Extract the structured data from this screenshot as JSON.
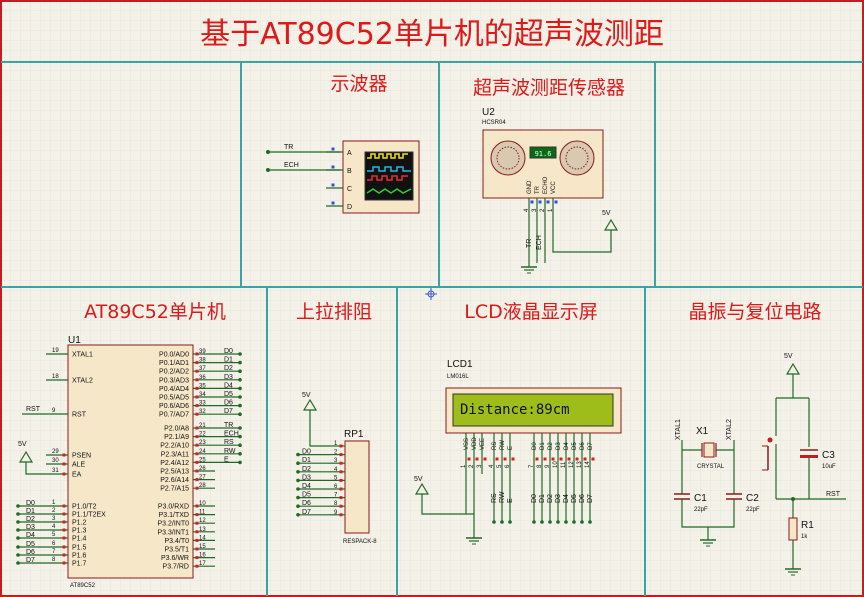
{
  "title": "基于AT89C52单片机的超声波测距",
  "sections": {
    "scope": "示波器",
    "sensor": "超声波测距传感器",
    "mcu": "AT89C52单片机",
    "pullup": "上拉排阻",
    "lcd": "LCD液晶显示屏",
    "crystal": "晶振与复位电路"
  },
  "scope": {
    "inputs": [
      "TR",
      "ECH"
    ],
    "pins": [
      "A",
      "B",
      "C",
      "D"
    ]
  },
  "sensor": {
    "ref": "U2",
    "part": "HCSR04",
    "reading": "91.6",
    "pins": [
      "GND",
      "TR",
      "ECHO",
      "VCC"
    ],
    "pin_numbers": [
      "4",
      "3",
      "2",
      "1"
    ],
    "nets": [
      "TR",
      "ECH"
    ],
    "supply": "5V"
  },
  "mcu": {
    "ref": "U1",
    "part": "AT89C52",
    "left_pins": [
      {
        "num": "19",
        "name": "XTAL1"
      },
      {
        "num": "18",
        "name": "XTAL2"
      },
      {
        "num": "9",
        "name": "RST"
      },
      {
        "num": "29",
        "name": "PSEN"
      },
      {
        "num": "30",
        "name": "ALE"
      },
      {
        "num": "31",
        "name": "EA"
      },
      {
        "num": "1",
        "name": "P1.0/T2"
      },
      {
        "num": "2",
        "name": "P1.1/T2EX"
      },
      {
        "num": "3",
        "name": "P1.2"
      },
      {
        "num": "4",
        "name": "P1.3"
      },
      {
        "num": "5",
        "name": "P1.4"
      },
      {
        "num": "6",
        "name": "P1.5"
      },
      {
        "num": "7",
        "name": "P1.6"
      },
      {
        "num": "8",
        "name": "P1.7"
      }
    ],
    "left_nets": [
      "RST",
      "5V",
      "D0",
      "D1",
      "D2",
      "D3",
      "D4",
      "D5",
      "D6",
      "D7"
    ],
    "right_pins": [
      {
        "num": "39",
        "name": "P0.0/AD0",
        "net": "D0"
      },
      {
        "num": "38",
        "name": "P0.1/AD1",
        "net": "D1"
      },
      {
        "num": "37",
        "name": "P0.2/AD2",
        "net": "D2"
      },
      {
        "num": "36",
        "name": "P0.3/AD3",
        "net": "D3"
      },
      {
        "num": "35",
        "name": "P0.4/AD4",
        "net": "D4"
      },
      {
        "num": "34",
        "name": "P0.5/AD5",
        "net": "D5"
      },
      {
        "num": "33",
        "name": "P0.6/AD6",
        "net": "D6"
      },
      {
        "num": "32",
        "name": "P0.7/AD7",
        "net": "D7"
      },
      {
        "num": "21",
        "name": "P2.0/A8",
        "net": "TR"
      },
      {
        "num": "22",
        "name": "P2.1/A9",
        "net": "ECH"
      },
      {
        "num": "23",
        "name": "P2.2/A10",
        "net": "RS"
      },
      {
        "num": "24",
        "name": "P2.3/A11",
        "net": "RW"
      },
      {
        "num": "25",
        "name": "P2.4/A12",
        "net": "E"
      },
      {
        "num": "26",
        "name": "P2.5/A13",
        "net": ""
      },
      {
        "num": "27",
        "name": "P2.6/A14",
        "net": ""
      },
      {
        "num": "28",
        "name": "P2.7/A15",
        "net": ""
      },
      {
        "num": "10",
        "name": "P3.0/RXD",
        "net": ""
      },
      {
        "num": "11",
        "name": "P3.1/TXD",
        "net": ""
      },
      {
        "num": "12",
        "name": "P3.2/INT0",
        "net": ""
      },
      {
        "num": "13",
        "name": "P3.3/INT1",
        "net": ""
      },
      {
        "num": "14",
        "name": "P3.4/T0",
        "net": ""
      },
      {
        "num": "15",
        "name": "P3.5/T1",
        "net": ""
      },
      {
        "num": "16",
        "name": "P3.6/WR",
        "net": ""
      },
      {
        "num": "17",
        "name": "P3.7/RD",
        "net": ""
      }
    ]
  },
  "rp": {
    "ref": "RP1",
    "part": "RESPACK-8",
    "supply": "5V",
    "pins": [
      "1",
      "2",
      "3",
      "4",
      "5",
      "6",
      "7",
      "8",
      "9"
    ],
    "nets": [
      "D0",
      "D1",
      "D2",
      "D3",
      "D4",
      "D5",
      "D6",
      "D7"
    ]
  },
  "lcd": {
    "ref": "LCD1",
    "part": "LM016L",
    "display": "Distance:89cm",
    "supply": "5V",
    "pins": [
      "VSS",
      "VDD",
      "VEE",
      "RS",
      "RW",
      "E",
      "D0",
      "D1",
      "D2",
      "D3",
      "D4",
      "D5",
      "D6",
      "D7"
    ],
    "pin_numbers": [
      "1",
      "2",
      "3",
      "4",
      "5",
      "6",
      "7",
      "8",
      "9",
      "10",
      "11",
      "12",
      "13",
      "14"
    ],
    "nets": [
      "RS",
      "RW",
      "E",
      "D0",
      "D1",
      "D2",
      "D3",
      "D4",
      "D5",
      "D6",
      "D7"
    ]
  },
  "crystal": {
    "supply": "5V",
    "x1_ref": "X1",
    "x1_part": "CRYSTAL",
    "xtal_nets": [
      "XTAL1",
      "XTAL2"
    ],
    "c1_ref": "C1",
    "c1_val": "22pF",
    "c2_ref": "C2",
    "c2_val": "22pF",
    "c3_ref": "C3",
    "c3_val": "10uF",
    "r1_ref": "R1",
    "r1_val": "1k",
    "rst_net": "RST"
  },
  "colors": {
    "title_red": "#e01818",
    "frame_teal": "#3aa3a8",
    "wire_green": "#1f6a26",
    "part_body": "#f7e7c9",
    "lcd_screen": "#9ebd1a",
    "background": "#f3f1e8"
  }
}
